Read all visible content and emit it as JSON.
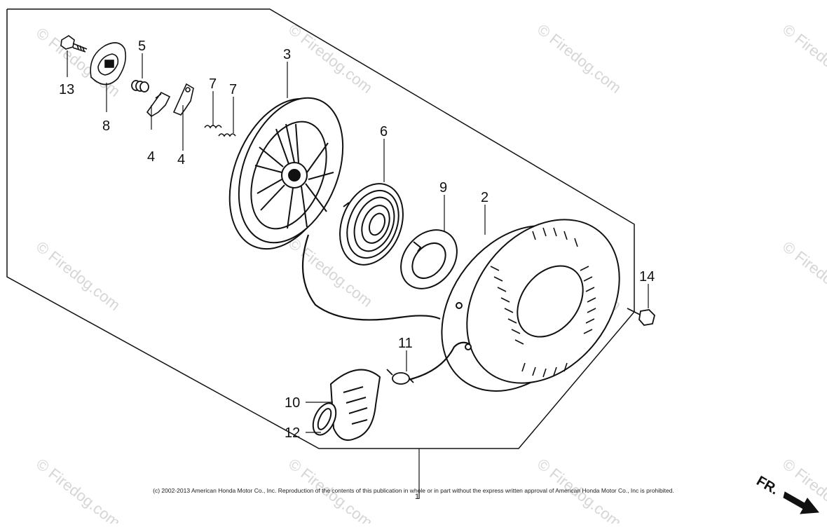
{
  "callouts": [
    "13",
    "8",
    "5",
    "4",
    "4",
    "7",
    "7",
    "3",
    "6",
    "9",
    "2",
    "14",
    "11",
    "10",
    "12",
    "1"
  ],
  "watermark": "© Firedog.com",
  "copyright": "(c) 2002-2013 American Honda Motor Co., Inc. Reproduction of the contents of this publication in whole or in part without the express written approval of American Honda Motor Co., Inc is prohibited.",
  "direction_label": "FR."
}
